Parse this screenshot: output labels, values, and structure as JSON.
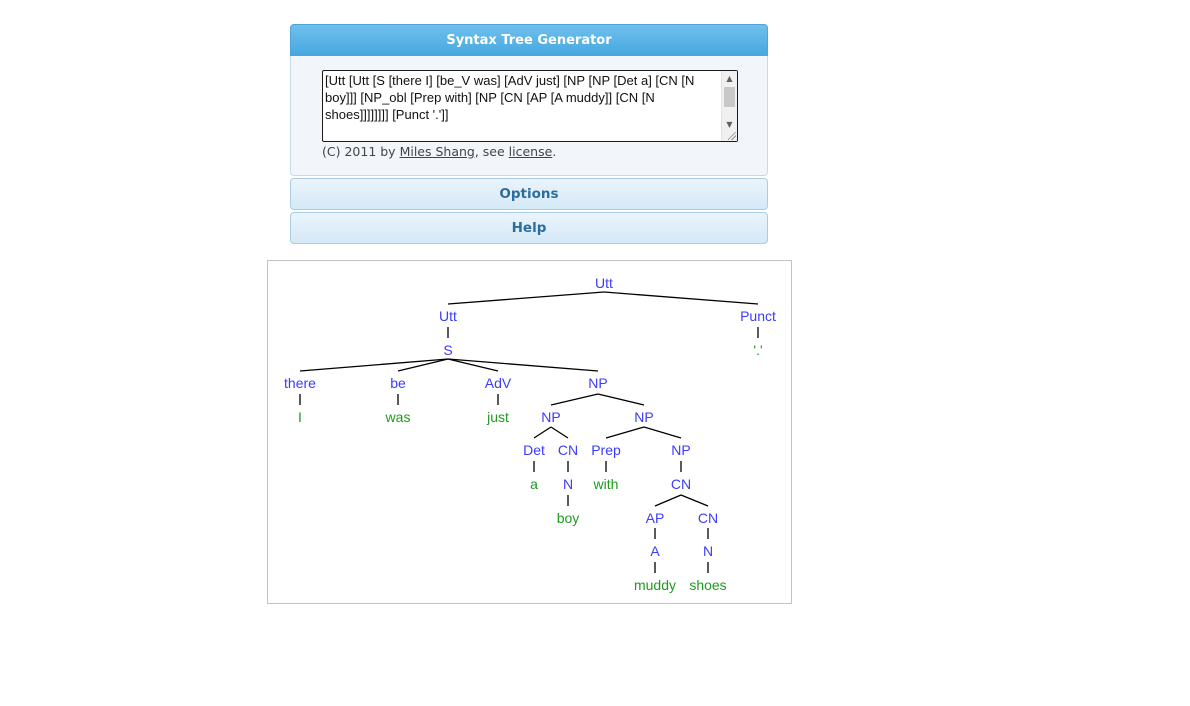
{
  "generator": {
    "title": "Syntax Tree Generator",
    "input_value": "[Utt [Utt [S [there I] [be_V was] [AdV just] [NP [NP [Det a] [CN [N boy]]] [NP_obl [Prep with] [NP [CN [AP [A muddy]] [CN [N shoes]]]]]]]] [Punct '.']]",
    "copyright_prefix": "(C) 2011 by",
    "author_link": "Miles Shang",
    "see_text": ", see",
    "license_link": "license",
    "period": "."
  },
  "sections": {
    "options_label": "Options",
    "help_label": "Help"
  },
  "tree": {
    "nodes": {
      "utt_root": "Utt",
      "utt_inner": "Utt",
      "punct": "Punct",
      "punct_leaf": "'.'",
      "s": "S",
      "there": "there",
      "i_leaf": "I",
      "be": "be",
      "was_leaf": "was",
      "adv": "AdV",
      "just_leaf": "just",
      "np_top": "NP",
      "np_left": "NP",
      "np_right": "NP",
      "det": "Det",
      "a_leaf": "a",
      "cn_boy": "CN",
      "n_boy": "N",
      "boy_leaf": "boy",
      "prep": "Prep",
      "with_leaf": "with",
      "np_shoes": "NP",
      "cn_outer": "CN",
      "ap": "AP",
      "a_node": "A",
      "muddy_leaf": "muddy",
      "cn_shoes": "CN",
      "n_shoes": "N",
      "shoes_leaf": "shoes"
    },
    "colors": {
      "nonterminal": "#3b3bff",
      "terminal": "#1e9a1e",
      "branch": "#000000"
    }
  }
}
